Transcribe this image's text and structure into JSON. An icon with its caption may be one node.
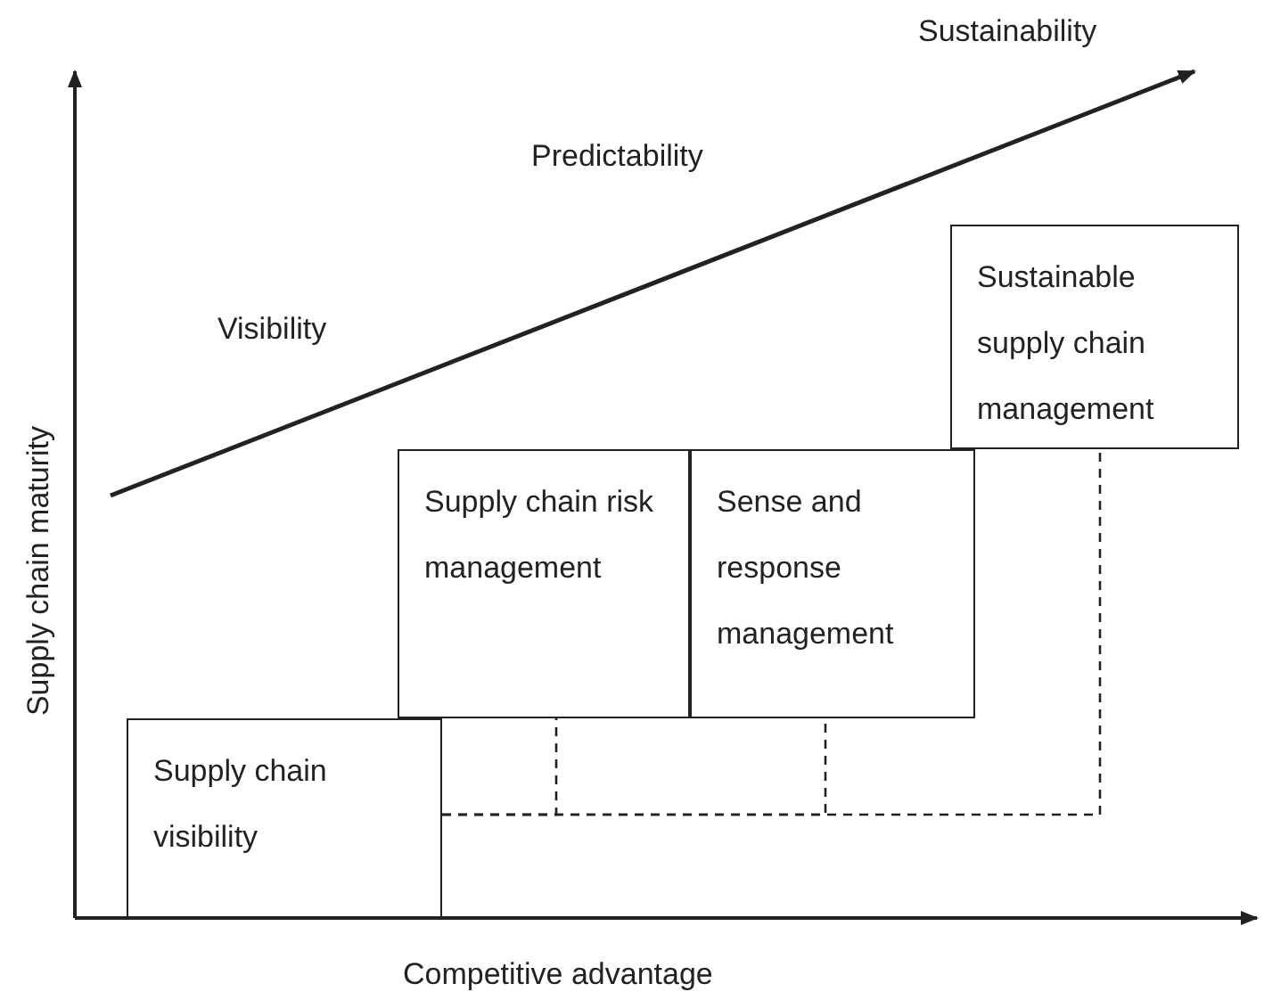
{
  "diagram": {
    "nodes": [
      {
        "text": [
          "Supply chain visibility"
        ]
      },
      {
        "text": [
          "Supply chain risk management"
        ]
      },
      {
        "text": [
          "Sense and response management"
        ]
      },
      {
        "text": [
          "Sustainable supply chain management"
        ]
      }
    ],
    "edges": [
      {
        "from": 0,
        "to": 1,
        "arrow": "none",
        "style": "dashed"
      },
      {
        "from": 0,
        "to": 2,
        "arrow": "none",
        "style": "dashed"
      },
      {
        "from": 0,
        "to": 3,
        "arrow": "none",
        "style": "dashed"
      }
    ],
    "labels": [
      "Sustainability",
      "Predictability",
      "Visibility",
      "Supply chain maturity",
      "Competitive advantage"
    ]
  }
}
